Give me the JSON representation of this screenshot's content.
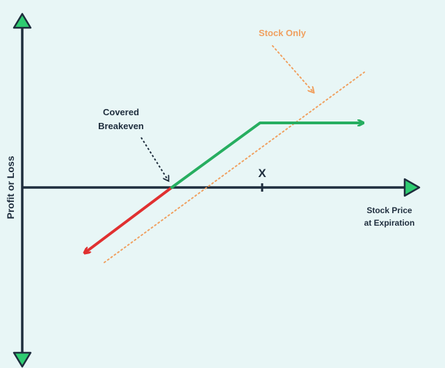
{
  "diagram": {
    "ylabel": "Profit or Loss",
    "xlabel_line1": "Stock Price",
    "xlabel_line2": "at Expiration",
    "stock_only_label": "Stock Only",
    "breakeven_line1": "Covered",
    "breakeven_line2": "Breakeven",
    "strike_label": "X",
    "colors": {
      "axis": "#1e2d3d",
      "arrowhead": "#2ecc71",
      "profit": "#27ae60",
      "loss": "#e03030",
      "stock_only": "#f0a060",
      "text": "#1e2d3d"
    }
  }
}
